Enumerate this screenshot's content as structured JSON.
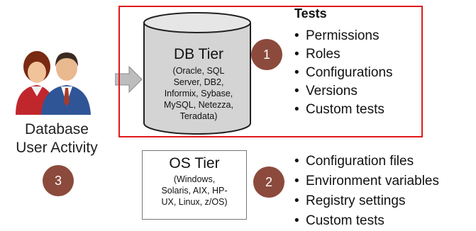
{
  "user_activity": {
    "label_line1": "Database",
    "label_line2": "User Activity",
    "number": "3"
  },
  "db_tier": {
    "title": "DB Tier",
    "subtitle_lines": [
      "(Oracle, SQL",
      "Server, DB2,",
      "Informix, Sybase,",
      "MySQL, Netezza,",
      "Teradata)"
    ],
    "number": "1",
    "tests_heading": "Tests",
    "tests": [
      "Permissions",
      "Roles",
      "Configurations",
      "Versions",
      "Custom tests"
    ],
    "highlight_color": "#e3191c"
  },
  "os_tier": {
    "title": "OS Tier",
    "subtitle_lines": [
      "(Windows,",
      "Solaris, AIX, HP-",
      "UX, Linux, z/OS)"
    ],
    "number": "2",
    "items": [
      "Configuration files",
      "Environment variables",
      "Registry settings",
      "Custom tests"
    ]
  },
  "colors": {
    "number_circle": "#8b4a3c",
    "cylinder_fill": "#d4d4d4",
    "arrow_fill": "#bdbdbd"
  },
  "icons": {
    "users": "people-icon",
    "arrow": "right-arrow-icon",
    "database": "database-cylinder-icon"
  }
}
